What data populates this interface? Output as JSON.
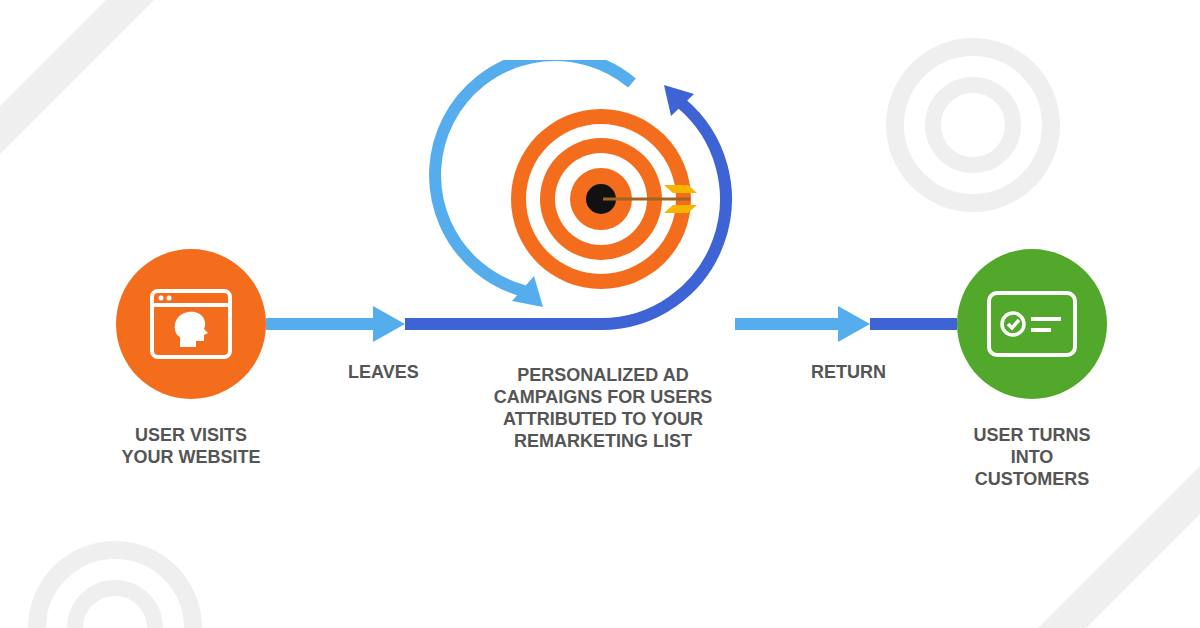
{
  "diagram": {
    "nodes": [
      {
        "text": [
          "USER VISITS YOUR WEBSITE"
        ]
      },
      {
        "text": [
          "PERSONALIZED AD CAMPAIGNS FOR USERS ATTRIBUTED TO YOUR REMARKETING LIST"
        ]
      },
      {
        "text": [
          "USER TURNS INTO CUSTOMERS"
        ]
      }
    ],
    "edges": [
      {
        "from": 0,
        "to": 1,
        "label": "LEAVES",
        "arrow": "to"
      },
      {
        "from": 1,
        "to": 2,
        "label": "RETURN",
        "arrow": "to"
      }
    ]
  }
}
